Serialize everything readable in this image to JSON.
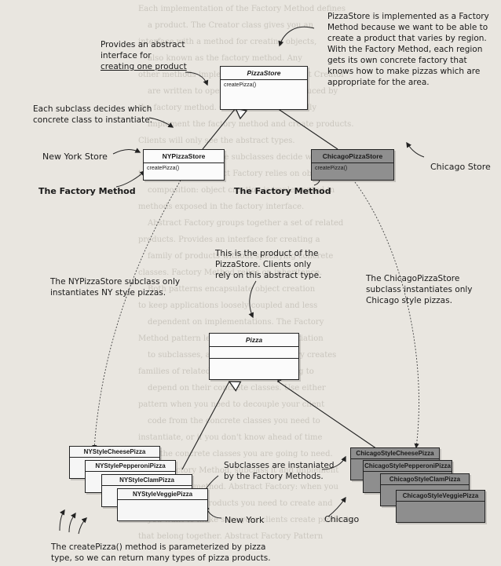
{
  "background_text": [
    "Each implementation of the Factory Method defines",
    "a product. The Creator class gives you an",
    "interface with a method for creating objects,",
    "also known as the factory method. Any",
    "other methods implemented in the abstract Creator",
    "are written to operate on products produced by",
    "the factory method. Only subclasses actually",
    "implement the factory method and create products.",
    "Clients will only see the abstract types.",
    "Factory Method: the subclasses decide which class",
    "to instantiate. Abstract Factory relies on object",
    "composition: object creation is implemented in",
    "methods exposed in the factory interface.",
    "Abstract Factory groups together a set of related",
    "products. Provides an interface for creating a",
    "family of products without specifying concrete",
    "classes. Factory Method relies on inheritance.",
    "Both patterns encapsulate object creation",
    "to keep applications loosely coupled and less",
    "dependent on implementations. The Factory",
    "Method pattern lets a class defer instantiation",
    "to subclasses, and the Abstract Factory creates",
    "families of related objects without having to",
    "depend on their concrete classes. Use either",
    "pattern when you need to decouple your client",
    "code from the concrete classes you need to",
    "instantiate, or if you don't know ahead of time",
    "all the concrete classes you are going to need.",
    "To use Factory Method, subclass it and implement",
    "the factory method. Abstract Factory: when you",
    "have families of products you need to create and",
    "you want to make sure your clients create products",
    "that belong together. Abstract Factory Pattern"
  ],
  "notes": {
    "provides": [
      "Provides an abstract",
      "interface for",
      "creating one product"
    ],
    "pizzastore_factory": [
      "PizzaStore is implemented as a Factory",
      "Method because we want to be able to",
      "create a product that varies by region.",
      "With the Factory Method, each region",
      "gets its own concrete factory that",
      "knows how to make pizzas which are",
      "appropriate for the area."
    ],
    "each_subclass": [
      "Each subclass decides which",
      "concrete class to instantiate."
    ],
    "product": [
      "This is the product of the",
      "PizzaStore.  Clients only",
      "rely on this abstract type."
    ],
    "ny_only": [
      "The NYPizzaStore subclass only",
      "instantiates NY style pizzas."
    ],
    "chicago_only": [
      "The ChicagoPizzaStore",
      "subclass instantiates only",
      "Chicago style pizzas."
    ],
    "subclasses": [
      "Subclasses are instaniated",
      "by the Factory Methods."
    ],
    "bottom": [
      "The createPizza() method is parameterized by pizza",
      "type, so we can return many types of pizza products."
    ]
  },
  "labels": {
    "new_york_store": "New York Store",
    "chicago_store": "Chicago Store",
    "factory_method_left": "The Factory Method",
    "factory_method_right": "The Factory Method",
    "new_york": "New York",
    "chicago": "Chicago"
  },
  "classes": {
    "pizzastore": {
      "name": "PizzaStore",
      "method": "createPizza()"
    },
    "nypizzastore": {
      "name": "NYPizzaStore",
      "method": "createPizza()"
    },
    "chicagopizzastore": {
      "name": "ChicagoPizzaStore",
      "method": "createPizza()"
    },
    "pizza": {
      "name": "Pizza"
    }
  },
  "ny_pizzas": [
    "NYStyleCheesePizza",
    "NYStylePepperoniPizza",
    "NYStyleClamPizza",
    "NYStyleVeggiePizza"
  ],
  "chicago_pizzas": [
    "ChicagoStyleCheesePizza",
    "ChicagoStylePepperoniPizza",
    "ChicagoStyleClamPizza",
    "ChicagoStyleVeggiePizza"
  ],
  "colors": {
    "paper": "#e9e6e0",
    "dark_class": "#8f8f8f",
    "ink": "#1a1a1a"
  }
}
